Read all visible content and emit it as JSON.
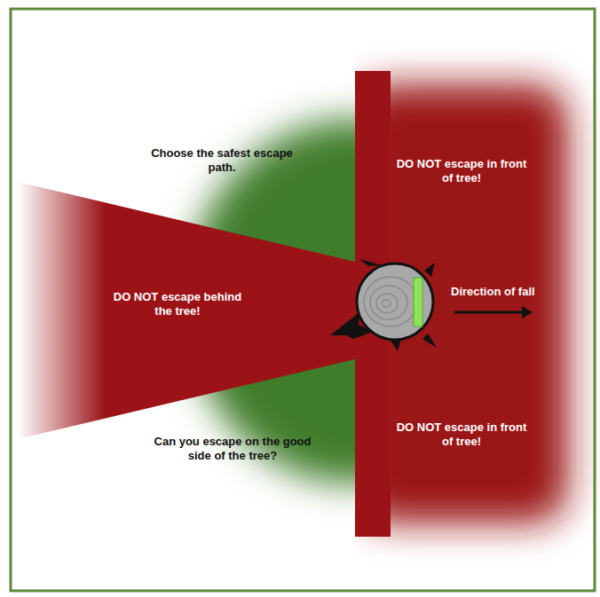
{
  "diagram": {
    "labels": [
      "Choose the safest escape path.",
      "DO NOT escape in front of tree!",
      "DO NOT escape behind the tree!",
      "Direction of fall",
      "Can you escape on the good side of the tree?",
      "DO NOT escape in front of tree!"
    ]
  }
}
